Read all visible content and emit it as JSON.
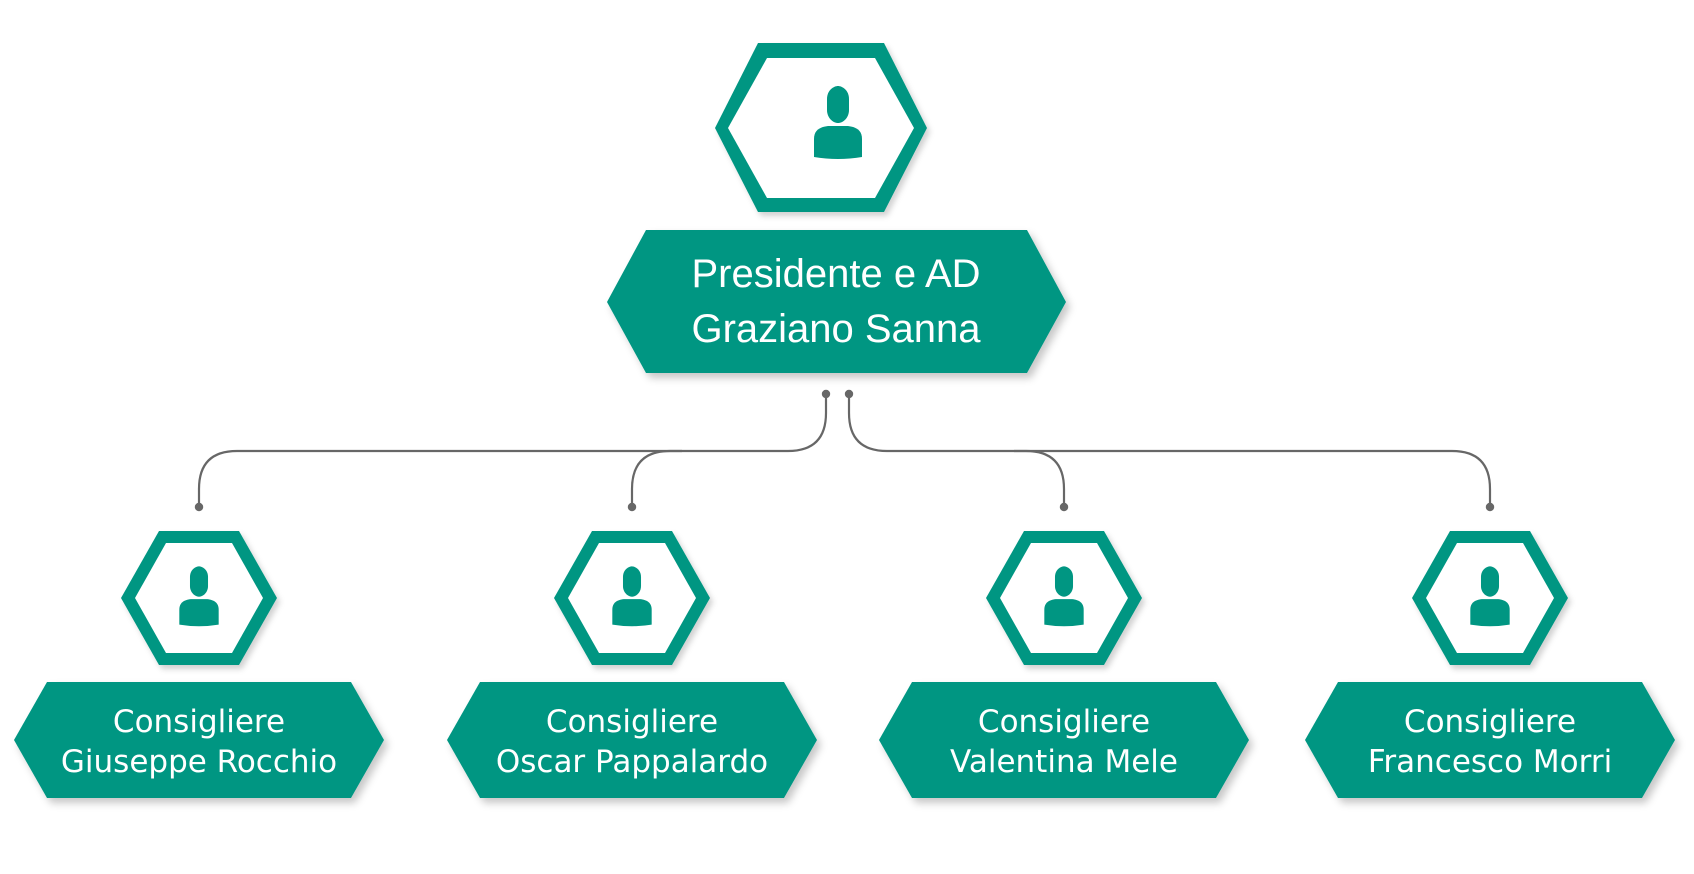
{
  "colors": {
    "primary": "#009682",
    "primary_dark": "#00735f",
    "connector": "#676767",
    "background": "#ffffff",
    "label_text": "#ffffff"
  },
  "icons": {
    "person": "person-icon",
    "container": "hexagon-icon"
  },
  "root": {
    "line1": "Presidente e AD",
    "line2": "Graziano Sanna"
  },
  "members": [
    {
      "role": "Consigliere",
      "name": "Giuseppe Rocchio"
    },
    {
      "role": "Consigliere",
      "name": "Oscar Pappalardo"
    },
    {
      "role": "Consigliere",
      "name": "Valentina Mele"
    },
    {
      "role": "Consigliere",
      "name": "Francesco Morri"
    }
  ]
}
